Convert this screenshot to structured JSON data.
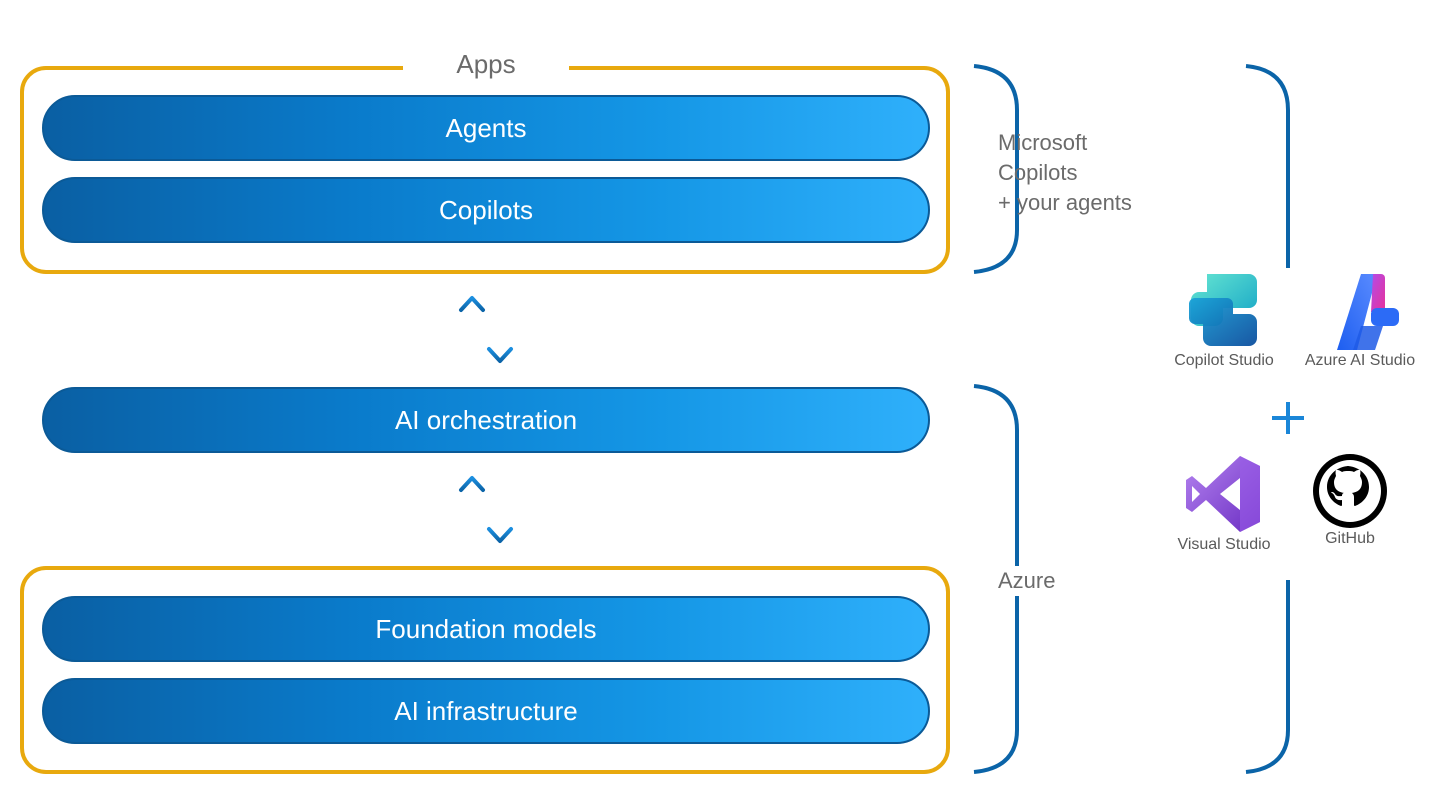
{
  "groups": {
    "apps_title": "Apps"
  },
  "layers": {
    "agents": "Agents",
    "copilots": "Copilots",
    "orchestration": "AI orchestration",
    "foundation": "Foundation models",
    "infrastructure": "AI infrastructure"
  },
  "brackets": {
    "microsoft_copilots_line1": "Microsoft",
    "microsoft_copilots_line2": "Copilots",
    "microsoft_copilots_line3": "+ your agents",
    "azure": "Azure"
  },
  "tools": {
    "copilot_studio": "Copilot Studio",
    "azure_ai_studio": "Azure AI Studio",
    "visual_studio": "Visual Studio",
    "github": "GitHub"
  },
  "colors": {
    "frame": "#E8A90E",
    "bracket": "#0B64A8",
    "arrow": "#1377C8",
    "bar_dark": "#0A5FA3",
    "bar_light": "#2FB0FB",
    "plus": "#1A86D8"
  }
}
